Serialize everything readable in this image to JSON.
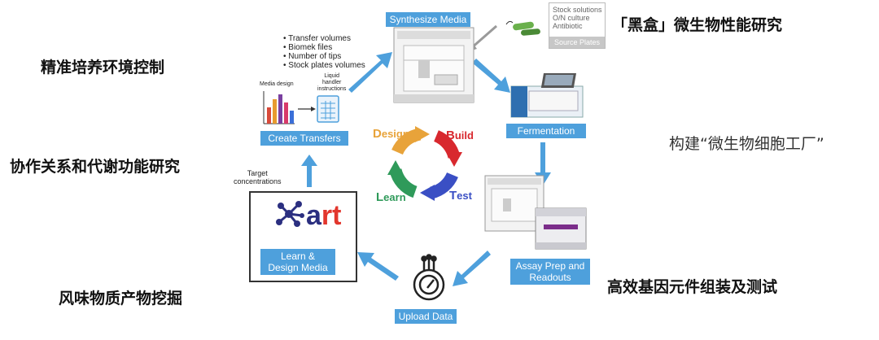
{
  "left_labels": [
    "精准培养环境控制",
    "协作关系和代谢功能研究",
    "风味物质产物挖掘"
  ],
  "right_labels": [
    "「黑盒」微生物性能研究",
    "构建“微生物细胞工厂”",
    "高效基因元件组装及测试"
  ],
  "stations": {
    "synthesize": "Synthesize Media",
    "fermentation": "Fermentation",
    "assay_line1": "Assay Prep and",
    "assay_line2": "Readouts",
    "upload": "Upload Data",
    "learn_line1": "Learn &",
    "learn_line2": "Design Media",
    "create": "Create Transfers"
  },
  "transfer_bullets": [
    "Transfer volumes",
    "Biomek files",
    "Number of tips",
    "Stock plates volumes"
  ],
  "media_design_label": "Media design",
  "liquid_handler_lines": [
    "Liquid",
    "handler",
    "instructions"
  ],
  "target_lines": [
    "Target",
    "concentrations"
  ],
  "source_plates": {
    "items": [
      "Stock solutions",
      "O/N culture",
      "Antibiotic"
    ],
    "title": "Source Plates"
  },
  "cycle": {
    "design": {
      "first": "D",
      "rest": "esign",
      "color": "#e8a33a"
    },
    "build": {
      "first": "B",
      "rest": "uild",
      "color": "#d8282e"
    },
    "test": {
      "first": "T",
      "rest": "est",
      "color": "#3a4fc4"
    },
    "learn": {
      "first": "L",
      "rest": "earn",
      "color": "#2f9a5a"
    }
  },
  "logo_text": "ART",
  "logo_colors": {
    "a": "#2b2f80",
    "rt": "#e2362d"
  }
}
